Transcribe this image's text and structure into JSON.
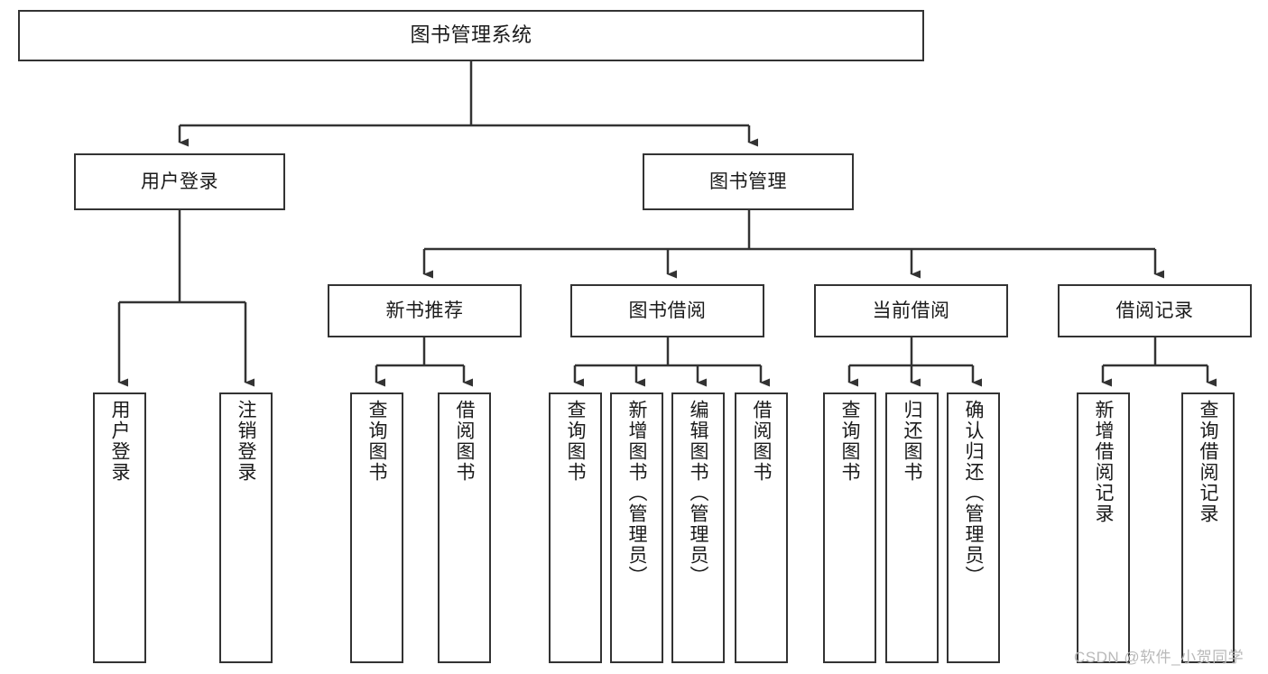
{
  "diagram": {
    "title": "图书管理系统",
    "type": "tree-hierarchy-chart",
    "colors": {
      "box_border": "#333333",
      "box_fill": "#ffffff",
      "edge": "#333333",
      "text": "#1a1a1a",
      "watermark": "#b9b9b9",
      "background": "#ffffff"
    },
    "root": {
      "label": "图书管理系统"
    },
    "level2": [
      {
        "label": "用户登录"
      },
      {
        "label": "图书管理"
      }
    ],
    "level3": [
      {
        "label": "新书推荐"
      },
      {
        "label": "图书借阅"
      },
      {
        "label": "当前借阅"
      },
      {
        "label": "借阅记录"
      }
    ],
    "leaves": {
      "user_login": [
        {
          "label": "用户登录"
        },
        {
          "label": "注销登录"
        }
      ],
      "new_book_recommend": [
        {
          "label": "查询图书"
        },
        {
          "label": "借阅图书"
        }
      ],
      "book_borrow": [
        {
          "label": "查询图书"
        },
        {
          "label": "新增图书（管理员）"
        },
        {
          "label": "编辑图书（管理员）"
        },
        {
          "label": "借阅图书"
        }
      ],
      "current_borrow": [
        {
          "label": "查询图书"
        },
        {
          "label": "归还图书"
        },
        {
          "label": "确认归还（管理员）"
        }
      ],
      "borrow_record": [
        {
          "label": "新增借阅记录"
        },
        {
          "label": "查询借阅记录"
        }
      ]
    }
  },
  "watermark": {
    "text": "CSDN @软件_小贺同学"
  }
}
